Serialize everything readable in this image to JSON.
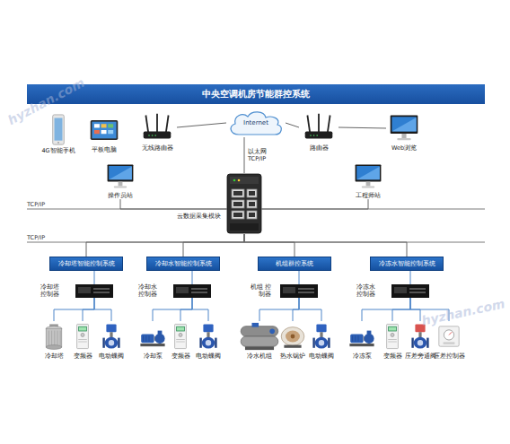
{
  "diagram": {
    "title": "中央空调机房节能群控系统",
    "nodes": [
      {
        "text": [
          "4G智能手机"
        ]
      },
      {
        "text": [
          "平板电脑"
        ]
      },
      {
        "text": [
          "无线路由器"
        ]
      },
      {
        "text": [
          "Internet"
        ]
      },
      {
        "text": [
          "路由器"
        ]
      },
      {
        "text": [
          "Web浏览"
        ]
      },
      {
        "text": [
          "操作员站"
        ]
      },
      {
        "text": [
          "工程师站"
        ]
      },
      {
        "text": [
          "云数据采集模块"
        ]
      },
      {
        "text": [
          "冷却塔智能控制系统"
        ]
      },
      {
        "text": [
          "冷却塔 控制器"
        ]
      },
      {
        "text": [
          "冷却塔"
        ]
      },
      {
        "text": [
          "变频器"
        ]
      },
      {
        "text": [
          "电动蝶阀"
        ]
      },
      {
        "text": [
          "冷却水智能控制系统"
        ]
      },
      {
        "text": [
          "冷却水 控制器"
        ]
      },
      {
        "text": [
          "冷却泵"
        ]
      },
      {
        "text": [
          "变频器"
        ]
      },
      {
        "text": [
          "电动蝶阀"
        ]
      },
      {
        "text": [
          "机组群控系统"
        ]
      },
      {
        "text": [
          "机组 控制器"
        ]
      },
      {
        "text": [
          "冷水机组"
        ]
      },
      {
        "text": [
          "热水锅炉"
        ]
      },
      {
        "text": [
          "电动蝶阀"
        ]
      },
      {
        "text": [
          "冷冻水智能控制系统"
        ]
      },
      {
        "text": [
          "冷冻水 控制器"
        ]
      },
      {
        "text": [
          "冷冻泵"
        ]
      },
      {
        "text": [
          "变频器"
        ]
      },
      {
        "text": [
          "压差旁通阀"
        ]
      },
      {
        "text": [
          "压差控制器"
        ]
      }
    ],
    "edges": [
      {
        "from": 2,
        "to": 3,
        "arrow": "none"
      },
      {
        "from": 3,
        "to": 4,
        "arrow": "none"
      },
      {
        "from": 4,
        "to": 5,
        "arrow": "none"
      },
      {
        "from": 3,
        "to": 8,
        "label": "以太网 TCP/IP",
        "arrow": "none"
      },
      {
        "from": 6,
        "to": 8,
        "arrow": "none"
      },
      {
        "from": 7,
        "to": 8,
        "arrow": "none"
      },
      {
        "from": 8,
        "to": 9,
        "arrow": "none"
      },
      {
        "from": 8,
        "to": 14,
        "arrow": "none"
      },
      {
        "from": 8,
        "to": 19,
        "arrow": "none"
      },
      {
        "from": 8,
        "to": 24,
        "arrow": "none"
      },
      {
        "from": 9,
        "to": 10,
        "arrow": "none"
      },
      {
        "from": 14,
        "to": 15,
        "arrow": "none"
      },
      {
        "from": 19,
        "to": 20,
        "arrow": "none"
      },
      {
        "from": 24,
        "to": 25,
        "arrow": "none"
      },
      {
        "from": 10,
        "to": 11,
        "arrow": "none"
      },
      {
        "from": 10,
        "to": 12,
        "arrow": "none"
      },
      {
        "from": 10,
        "to": 13,
        "arrow": "none"
      },
      {
        "from": 15,
        "to": 16,
        "arrow": "none"
      },
      {
        "from": 15,
        "to": 17,
        "arrow": "none"
      },
      {
        "from": 15,
        "to": 18,
        "arrow": "none"
      },
      {
        "from": 20,
        "to": 21,
        "arrow": "none"
      },
      {
        "from": 20,
        "to": 22,
        "arrow": "none"
      },
      {
        "from": 20,
        "to": 23,
        "arrow": "none"
      },
      {
        "from": 25,
        "to": 26,
        "arrow": "none"
      },
      {
        "from": 25,
        "to": 27,
        "arrow": "none"
      },
      {
        "from": 25,
        "to": 28,
        "arrow": "none"
      },
      {
        "from": 25,
        "to": 29,
        "arrow": "none"
      }
    ],
    "labels": [
      "hyzhan.com",
      "TCP/IP",
      "TCP/IP",
      "hyzhan.com"
    ]
  }
}
